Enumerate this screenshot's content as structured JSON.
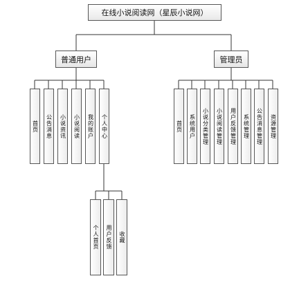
{
  "root": {
    "label": "在线小说阅读网（星辰小说网）"
  },
  "branches": [
    {
      "label": "普通用户",
      "children": [
        {
          "label": "首页"
        },
        {
          "label": "公告消息"
        },
        {
          "label": "小说资讯"
        },
        {
          "label": "小说阅读"
        },
        {
          "label": "我的账户"
        },
        {
          "label": "个人中心"
        }
      ]
    },
    {
      "label": "管理员",
      "children": [
        {
          "label": "首页"
        },
        {
          "label": "系统用户"
        },
        {
          "label": "小说分类管理"
        },
        {
          "label": "小说阅读管理"
        },
        {
          "label": "用户反馈管理"
        },
        {
          "label": "系统管理"
        },
        {
          "label": "公告消息管理"
        },
        {
          "label": "资源管理"
        }
      ]
    }
  ],
  "sub": {
    "parent": "个人中心",
    "children": [
      {
        "label": "个人首页"
      },
      {
        "label": "用户反馈"
      },
      {
        "label": "收藏"
      }
    ]
  }
}
